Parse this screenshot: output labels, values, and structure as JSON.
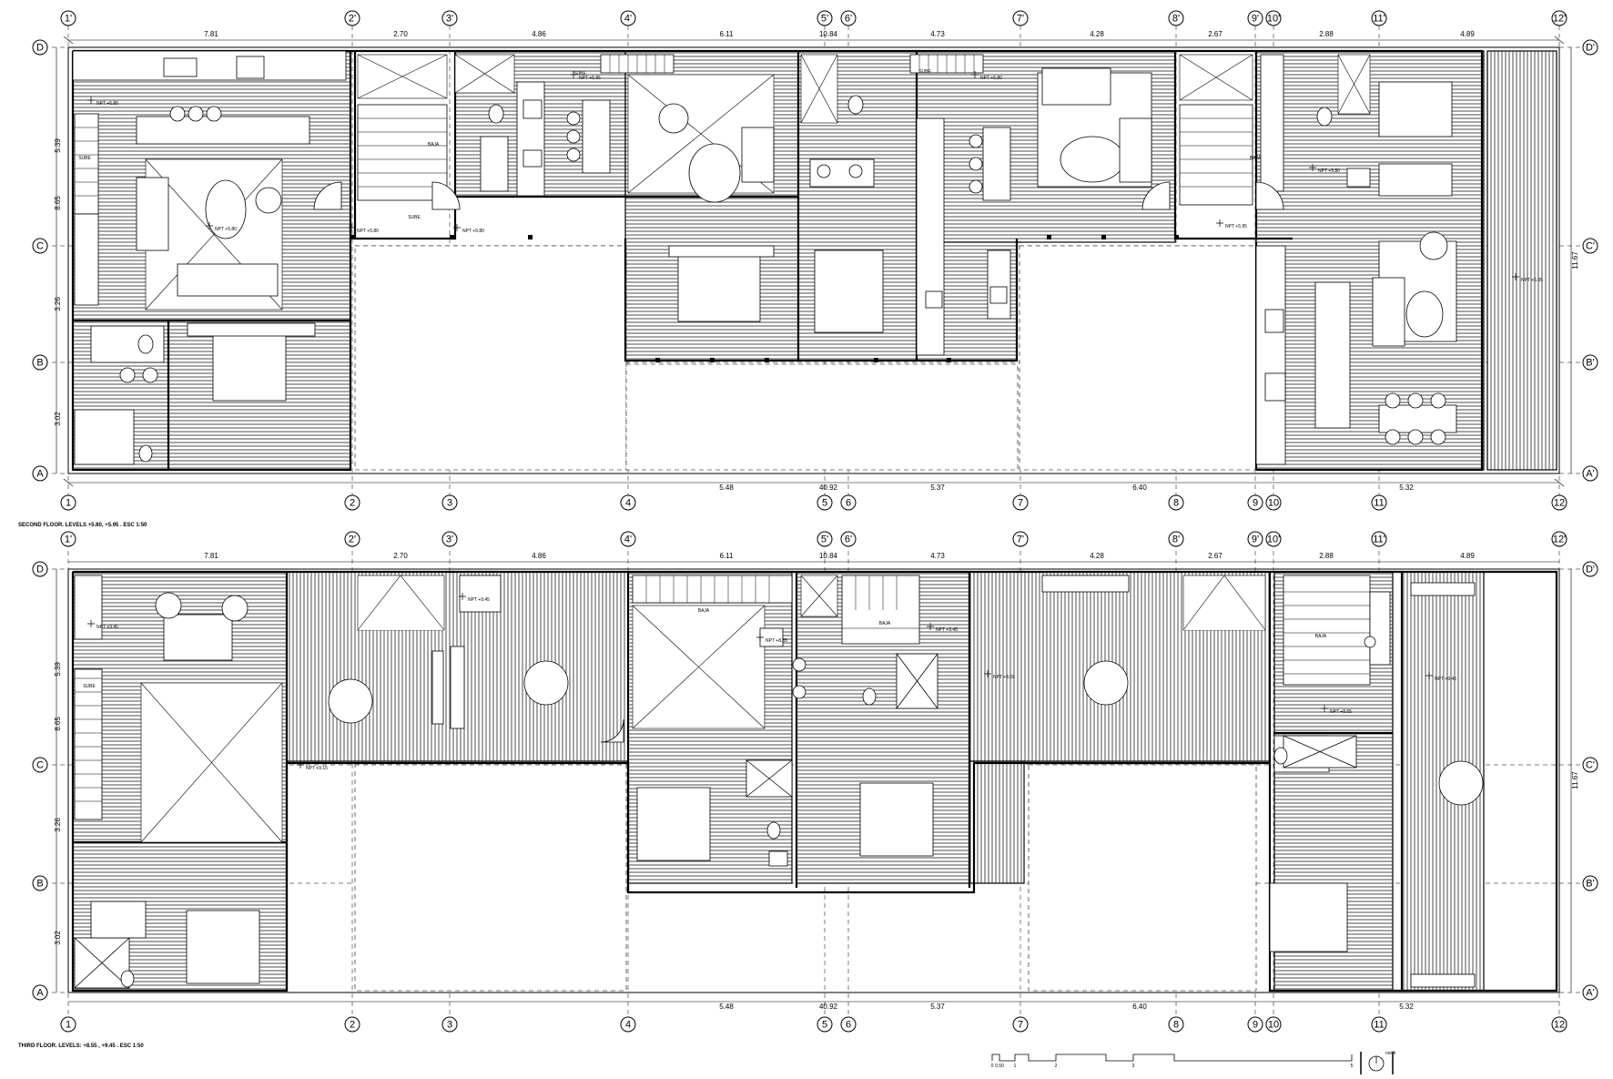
{
  "floors": [
    {
      "caption": "SECOND FLOOR. LEVELS +5.80, +5.95 . ESC 1:50",
      "top_col_labels": [
        "1'",
        "2'",
        "3'",
        "4'",
        "5'",
        "6'",
        "7'",
        "8'",
        "9'",
        "10'",
        "11'",
        "12'"
      ],
      "bottom_col_labels": [
        "1",
        "2",
        "3",
        "4",
        "5",
        "6",
        "7",
        "8",
        "9",
        "10",
        "11",
        "12"
      ],
      "left_row_labels": [
        "D",
        "C",
        "B",
        "A"
      ],
      "right_row_labels": [
        "D'",
        "C'",
        "B'",
        "A'"
      ],
      "top_dims": [
        "7.81",
        "2.70",
        "4.86",
        "6.11",
        "10.84",
        "4.73",
        "4.28",
        "2.67",
        "2.88",
        "4.89"
      ],
      "bottom_dims": [
        "5.48",
        "40.92",
        "5.37",
        "6.40",
        "5.32"
      ],
      "left_dims": [
        "5.39",
        "8.65",
        "3.26",
        "3.02"
      ],
      "right_dim": "11.67",
      "level_marks": [
        "NPT +5.80",
        "NPT +5.80",
        "NPT +5.80",
        "NPT +5.95",
        "NPT +5.80",
        "NPT +5.95",
        "NPT +5.80",
        "NPT +5.95",
        "NPT +5.80"
      ],
      "stair_words": [
        "SUBE",
        "SUBE",
        "SUBE",
        "BAJA",
        "SUBE",
        "BAJA"
      ]
    },
    {
      "caption": "THIRD FLOOR. LEVELS: +8.55 , +9.45 . ESC 1:50",
      "top_col_labels": [
        "1'",
        "2'",
        "3'",
        "4'",
        "5'",
        "6'",
        "7'",
        "8'",
        "9'",
        "10'",
        "11'",
        "12'"
      ],
      "bottom_col_labels": [
        "1",
        "2",
        "3",
        "4",
        "5",
        "6",
        "7",
        "8",
        "9",
        "10",
        "11",
        "12"
      ],
      "left_row_labels": [
        "D",
        "C",
        "B",
        "A"
      ],
      "right_row_labels": [
        "D'",
        "C'",
        "B'",
        "A'"
      ],
      "top_dims": [
        "7.81",
        "2.70",
        "4.86",
        "6.11",
        "10.84",
        "4.73",
        "4.28",
        "2.67",
        "2.88",
        "4.89"
      ],
      "bottom_dims": [
        "5.48",
        "40.92",
        "5.37",
        "6.40",
        "5.32"
      ],
      "left_dims": [
        "5.39",
        "8.65",
        "3.26",
        "3.02"
      ],
      "right_dim": "11.67",
      "level_marks": [
        "NPT +9.45",
        "NPT +9.15",
        "NPT +9.45",
        "NPT +8.55",
        "NPT +9.45",
        "NPT +8.55",
        "NPT +8.55",
        "NPT +9.45"
      ],
      "stair_words": [
        "SUBE",
        "BAJA",
        "BAJA",
        "BAJA"
      ]
    }
  ],
  "scale_bar": {
    "labels": [
      "0",
      "0.50",
      "1",
      "2",
      "3",
      "5"
    ],
    "north_label": "north"
  }
}
